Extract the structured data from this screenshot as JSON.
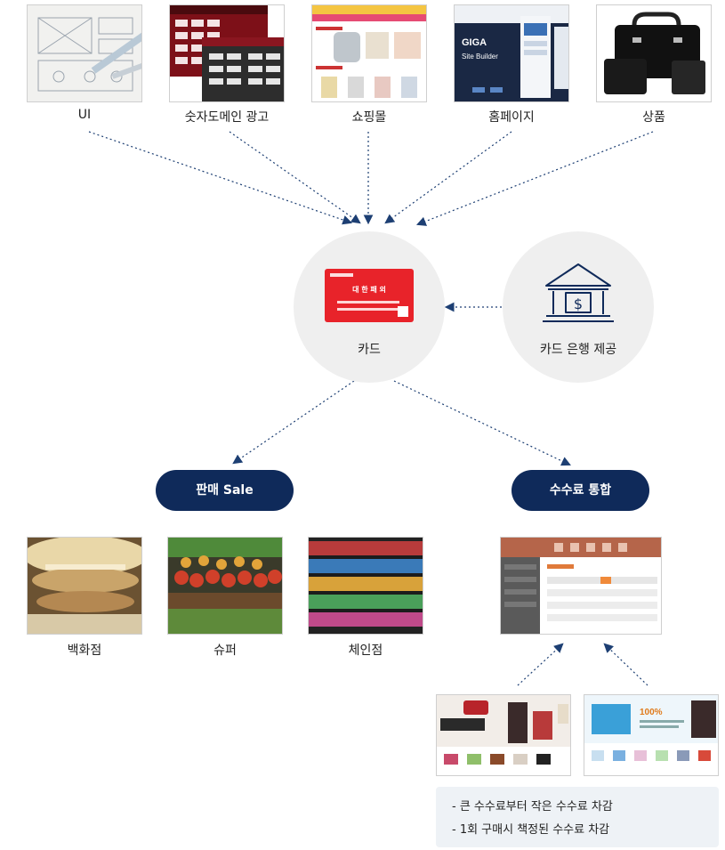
{
  "sources": [
    {
      "caption": "UI",
      "icon": "wireframe-sketch-image"
    },
    {
      "caption": "숫자도메인 광고",
      "icon": "numeric-domain-ad-screen-image"
    },
    {
      "caption": "쇼핑몰",
      "icon": "shopping-mall-site-image"
    },
    {
      "caption": "홈페이지",
      "icon": "homepage-site-builder-image"
    },
    {
      "caption": "상품",
      "icon": "briefcase-product-image"
    }
  ],
  "card_node": {
    "label": "카드",
    "card_title": "대 한 패 외",
    "card_color": "#e8232a"
  },
  "bank_node": {
    "label": "카드 은행 제공",
    "icon": "bank-icon",
    "icon_symbol": "$"
  },
  "sale_button": {
    "label": "판매 Sale"
  },
  "fee_button": {
    "label": "수수료 통합"
  },
  "stores": [
    {
      "caption": "백화점",
      "icon": "department-store-photo"
    },
    {
      "caption": "슈퍼",
      "icon": "supermarket-photo"
    },
    {
      "caption": "체인점",
      "icon": "chain-store-photo"
    }
  ],
  "fee_screens": [
    {
      "icon": "fee-dashboard-screen"
    },
    {
      "icon": "fashion-shop-screen"
    },
    {
      "icon": "cosmetics-shop-screen"
    }
  ],
  "notes": [
    "- 큰 수수료부터 작은 수수료 차감",
    "- 1회 구매시 책정된 수수료 차감"
  ],
  "colors": {
    "navy": "#0f2a5a",
    "arrow": "#1d3f73",
    "circle": "#efefef",
    "note_bg": "#eef2f6"
  }
}
